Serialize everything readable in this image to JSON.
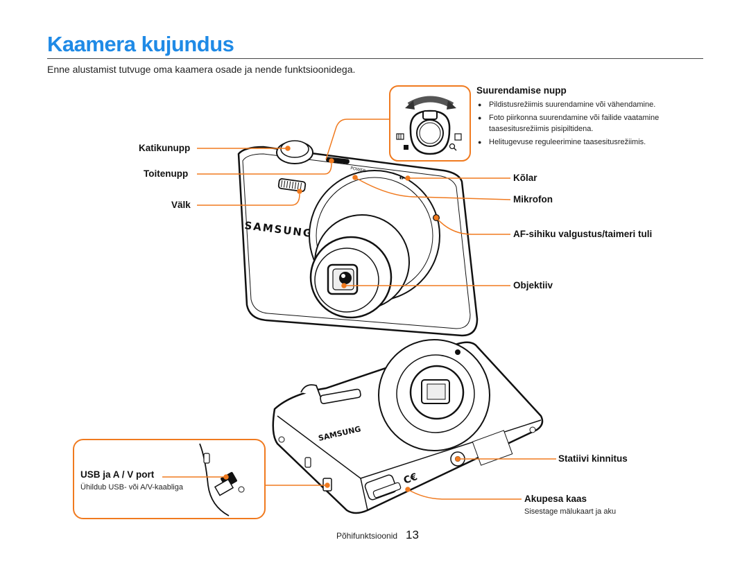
{
  "page": {
    "title": "Kaamera kujundus",
    "intro": "Enne alustamist tutvuge oma kaamera osade ja nende funktsioonidega."
  },
  "zoom": {
    "heading": "Suurendamise nupp",
    "bullets": [
      "Pildistusrežiimis suurendamine või vähendamine.",
      "Foto piirkonna suurendamine või failide vaatamine taasesitusrežiimis pisipiltidena.",
      "Helitugevuse reguleerimine taasesitusrežiimis."
    ]
  },
  "labels_left": {
    "shutter": "Katikunupp",
    "power": "Toitenupp",
    "flash": "Välk"
  },
  "labels_right": {
    "speaker": "Kõlar",
    "mic": "Mikrofon",
    "af_lamp": "AF-sihiku valgustus/taimeri tuli",
    "lens": "Objektiiv",
    "tripod": "Statiivi kinnitus",
    "battery_cover": "Akupesa kaas",
    "battery_cover_desc": "Sisestage mälukaart ja aku"
  },
  "usb": {
    "heading": "USB ja A / V port",
    "desc": "Ühildub USB- või A/V-kaabliga"
  },
  "camera": {
    "brand": "SAMSUNG",
    "power_text": "POWER"
  },
  "footer": {
    "section": "Põhifunktsioonid",
    "page_number": "13"
  },
  "colors": {
    "accent_title": "#1f8ae6",
    "callout": "#f07a1f"
  }
}
